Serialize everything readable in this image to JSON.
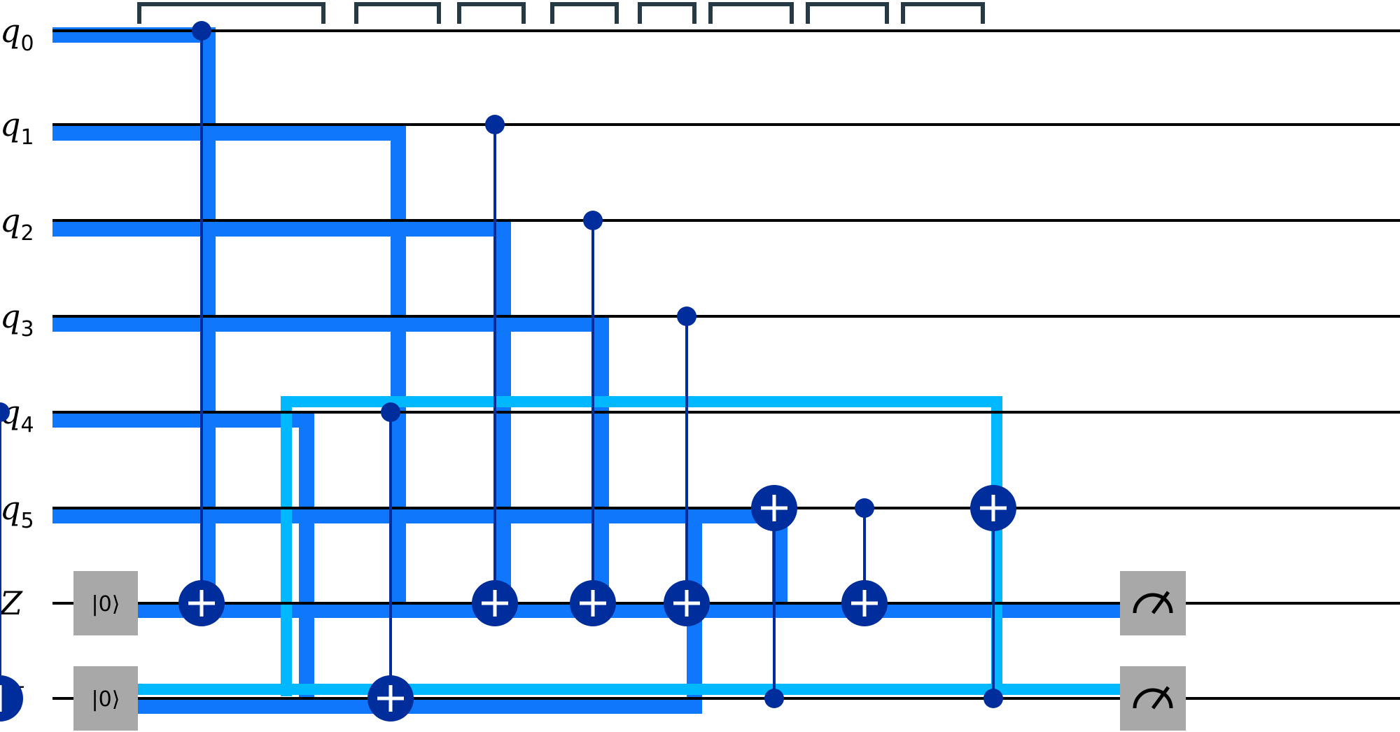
{
  "qubits": [
    {
      "label": "q",
      "sub": "0"
    },
    {
      "label": "q",
      "sub": "1"
    },
    {
      "label": "q",
      "sub": "2"
    },
    {
      "label": "q",
      "sub": "3"
    },
    {
      "label": "q",
      "sub": "4"
    },
    {
      "label": "q",
      "sub": "5"
    },
    {
      "label": "Z",
      "sub": ""
    },
    {
      "label": "X",
      "sub": ""
    }
  ],
  "reset_label": "|0⟩",
  "colors": {
    "wire": "#000000",
    "gate": "#002d9c",
    "highlight_blue": "#0f77fb",
    "highlight_cyan": "#00b8ff",
    "reset_box": "#a8a8a8",
    "barrier": "#253a45"
  },
  "gates": [
    {
      "type": "cx",
      "control": 0,
      "target": 6
    },
    {
      "type": "cx",
      "control": 4,
      "target": 7
    },
    {
      "type": "cx",
      "control": 1,
      "target": 6
    },
    {
      "type": "cx",
      "control": 2,
      "target": 6
    },
    {
      "type": "cx",
      "control": 3,
      "target": 6
    },
    {
      "type": "cx",
      "control": 7,
      "target": 5
    },
    {
      "type": "cx",
      "control": 5,
      "target": 6
    },
    {
      "type": "cx",
      "control": 7,
      "target": 5
    },
    {
      "type": "cx",
      "control": 4,
      "target": 7
    }
  ],
  "resets": [
    6,
    7
  ],
  "measurements": [
    6,
    7
  ],
  "meter_icon": "measure-icon",
  "plus_icon": "target-plus-icon"
}
